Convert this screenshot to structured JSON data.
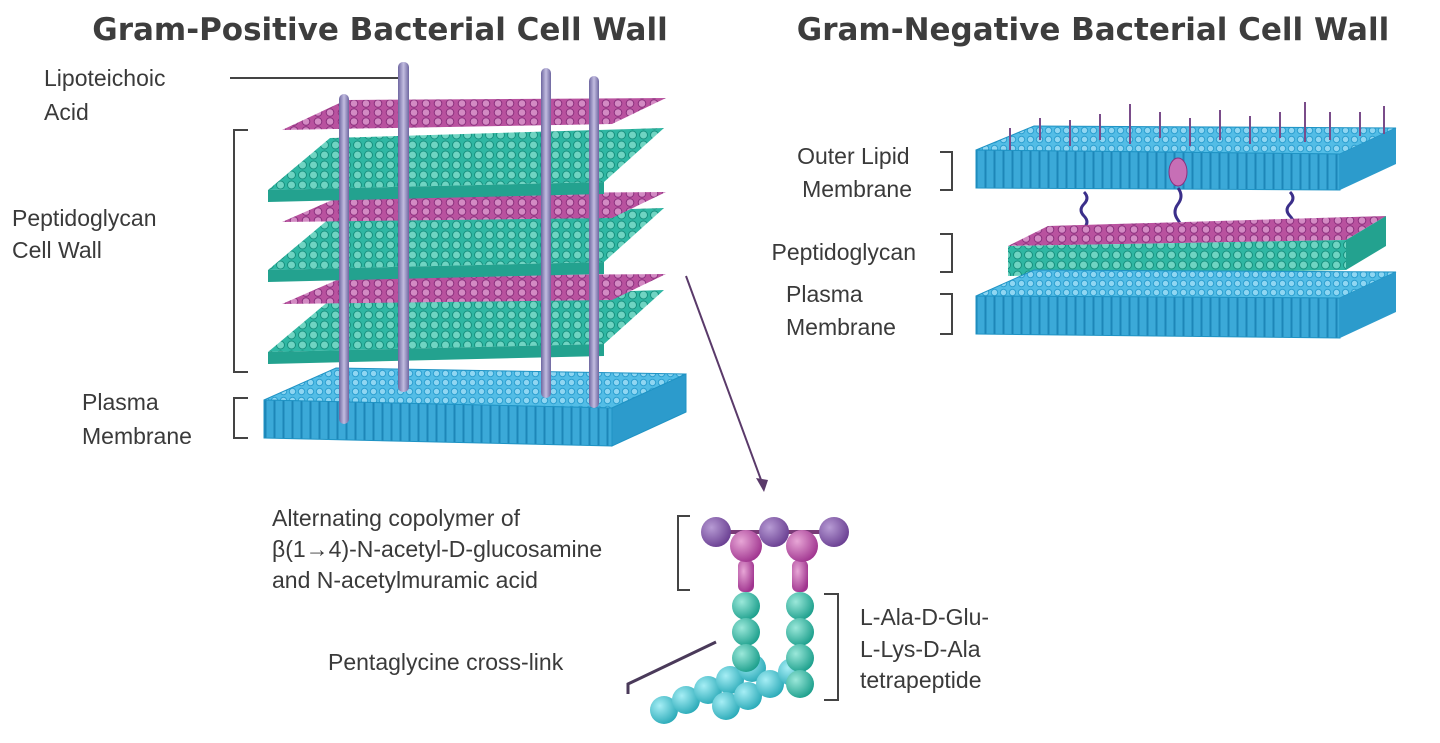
{
  "gram_positive": {
    "title": "Gram-Positive Bacterial Cell Wall",
    "lipoteichoic": [
      "Lipoteichoic",
      "Acid"
    ],
    "peptidoglycan": [
      "Peptidoglycan",
      "Cell Wall"
    ],
    "plasma": [
      "Plasma",
      "Membrane"
    ]
  },
  "gram_negative": {
    "title": "Gram-Negative Bacterial Cell Wall",
    "outer_lipid": [
      "Outer Lipid",
      "Membrane"
    ],
    "peptidoglycan": "Peptidoglycan",
    "plasma": [
      "Plasma",
      "Membrane"
    ]
  },
  "detail": {
    "copolymer": [
      "Alternating copolymer of",
      "β(1→4)-N-acetyl-D-glucosamine",
      "and N-acetylmuramic acid"
    ],
    "pentaglycine": "Pentaglycine cross-link",
    "tetrapeptide": [
      "L-Ala-D-Glu-",
      "L-Lys-D-Ala",
      "tetrapeptide"
    ]
  },
  "colors": {
    "membrane": "#3fb4e0",
    "membrane_dark": "#1f93c4",
    "sugar": "#b0479e",
    "sugar_dark": "#8a2f7d",
    "peptide": "#2fb7a3",
    "peptide_dark": "#17907f",
    "nag": "#7b4da0",
    "pole": "#8e88b8",
    "crosslink": "#3cc0cc",
    "line": "#444444"
  }
}
